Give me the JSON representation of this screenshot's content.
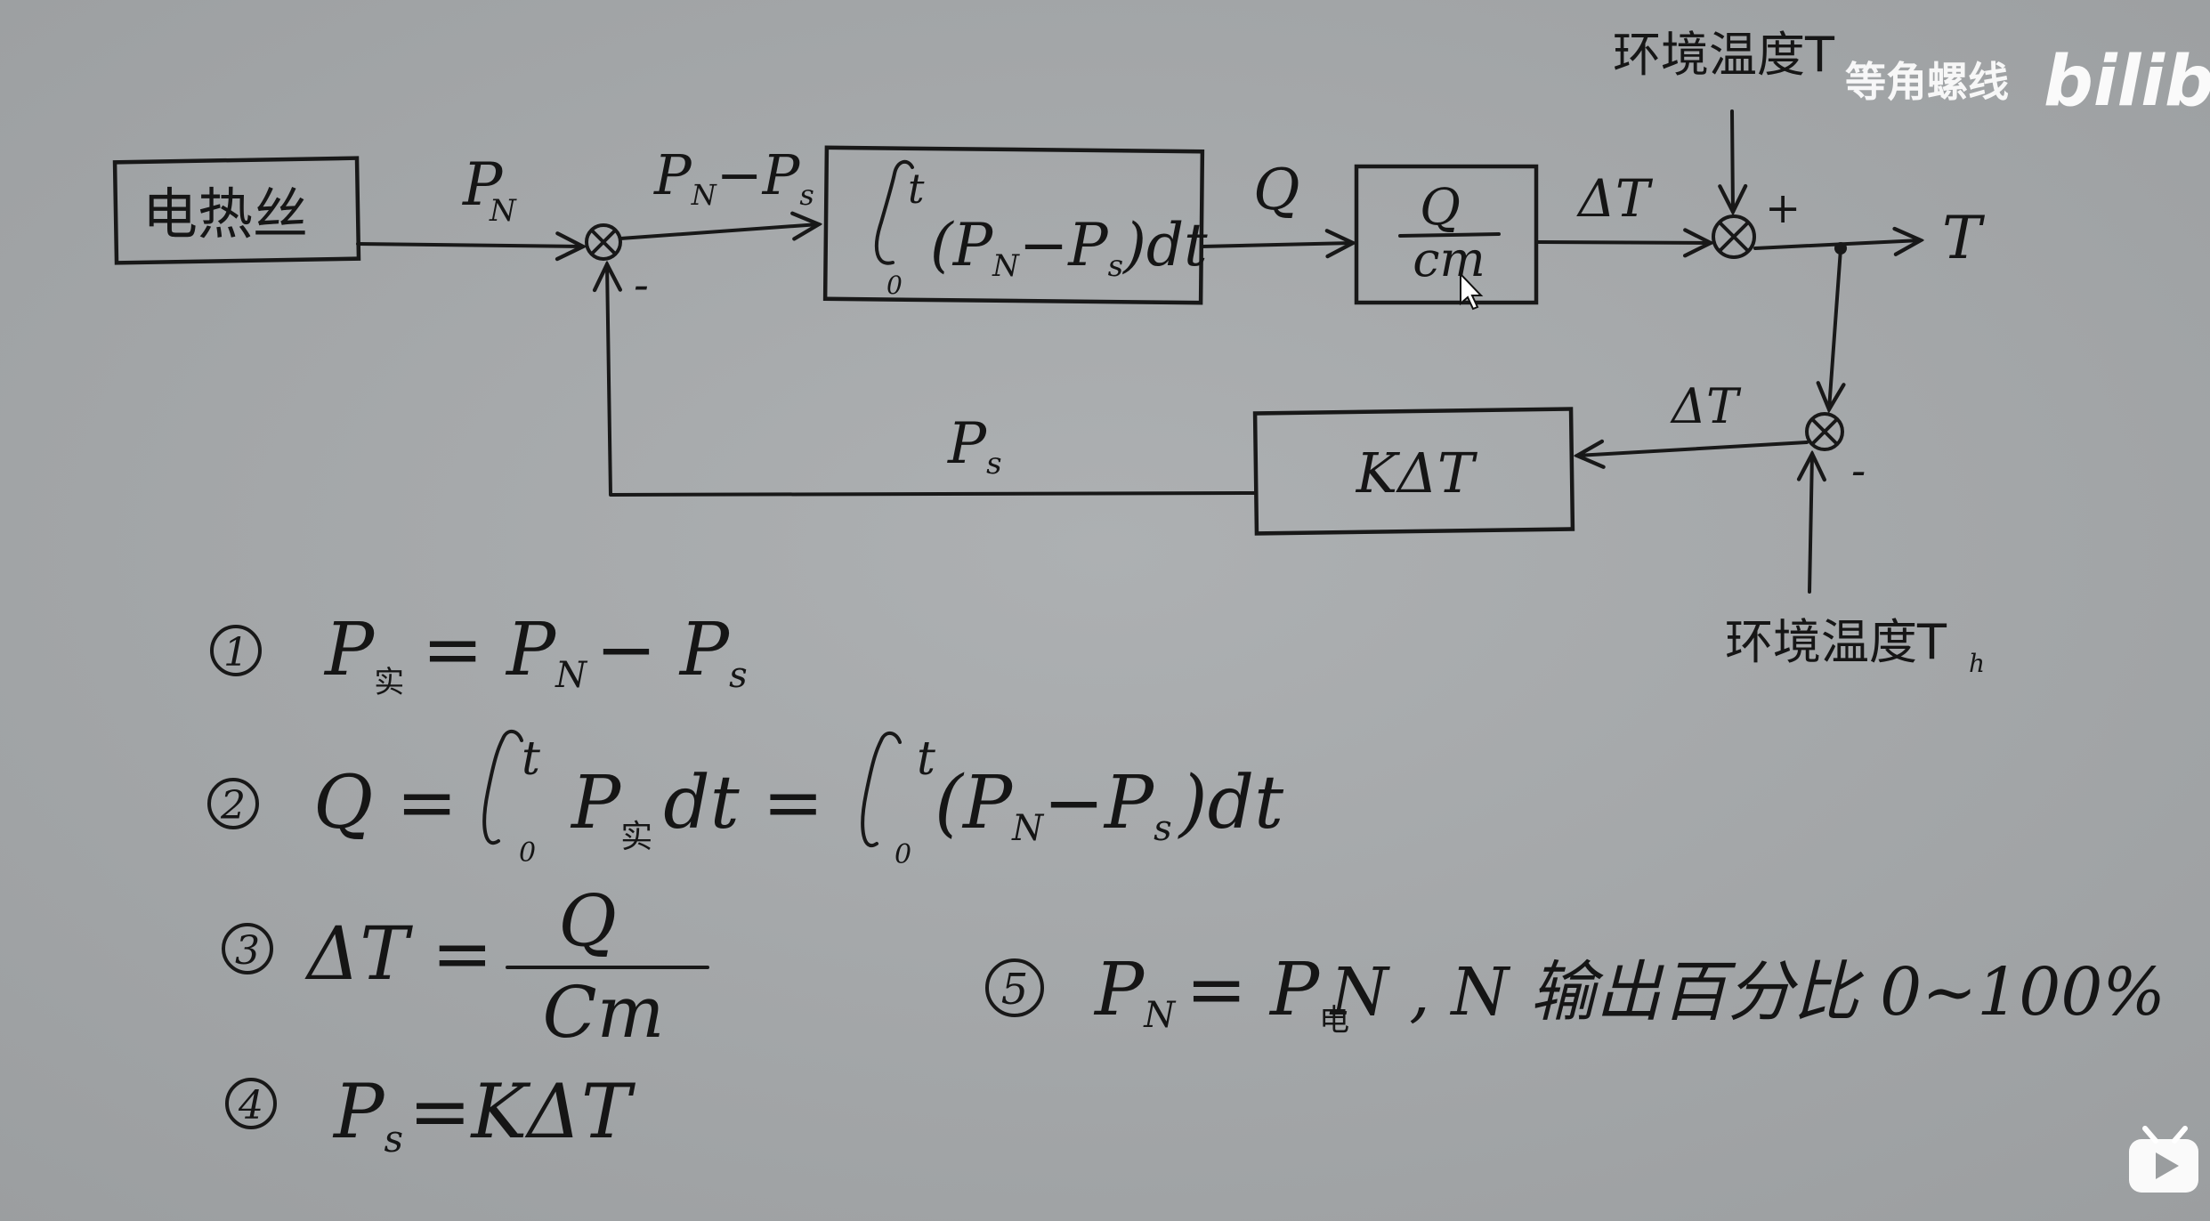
{
  "diagram": {
    "heater_label": "电热丝",
    "signals": {
      "pn": "P",
      "pn_sub": "N",
      "pn_minus_ps": "P",
      "q": "Q",
      "delta_t_top": "ΔT",
      "delta_t_bottom": "ΔT",
      "t_out": "T",
      "ps": "P",
      "ps_sub": "s"
    },
    "sign_plus": "+",
    "sign_minus_left": "-",
    "sign_minus_right": "-",
    "integral_block": {
      "upper": "t",
      "lower": "0",
      "expr": "(P",
      "n": "N",
      "mid": "−P",
      "s": "s",
      "tail": ")dt"
    },
    "fraction_block": {
      "num": "Q",
      "den": "cm"
    },
    "feedback_block": "KΔT",
    "ambient_top": "环境温度T",
    "ambient_bottom": "环境温度T",
    "ambient_sub": "h"
  },
  "equations": {
    "eq1": {
      "num": "1",
      "lhs": "P",
      "lhs_sub": "实",
      "rhs": "= P",
      "rhs_sub": "N",
      "rhs_tail": "− P",
      "rhs_tail_sub": "s"
    },
    "eq2": {
      "num": "2",
      "lhs": "Q =",
      "int1_up": "t",
      "int1_low": "0",
      "p": "P",
      "p_sub": "实",
      "dt1": "dt =",
      "int2_up": "t",
      "int2_low": "0",
      "expr": "(P",
      "n": "N",
      "mid": "−P",
      "s": "s",
      "tail": ")dt"
    },
    "eq3": {
      "num": "3",
      "lhs": "ΔT =",
      "num_top": "Q",
      "den": "Cm"
    },
    "eq4": {
      "num": "4",
      "lhs": "P",
      "lhs_sub": "s",
      "rhs": "=KΔT"
    },
    "eq5": {
      "num": "5",
      "lhs": "P",
      "lhs_sub": "N",
      "eq": "= P",
      "p_sub": "电",
      "tail": "N , N 输出百分比 0~100%"
    }
  },
  "watermark": {
    "channel": "等角螺线",
    "logo": "bilibili"
  }
}
